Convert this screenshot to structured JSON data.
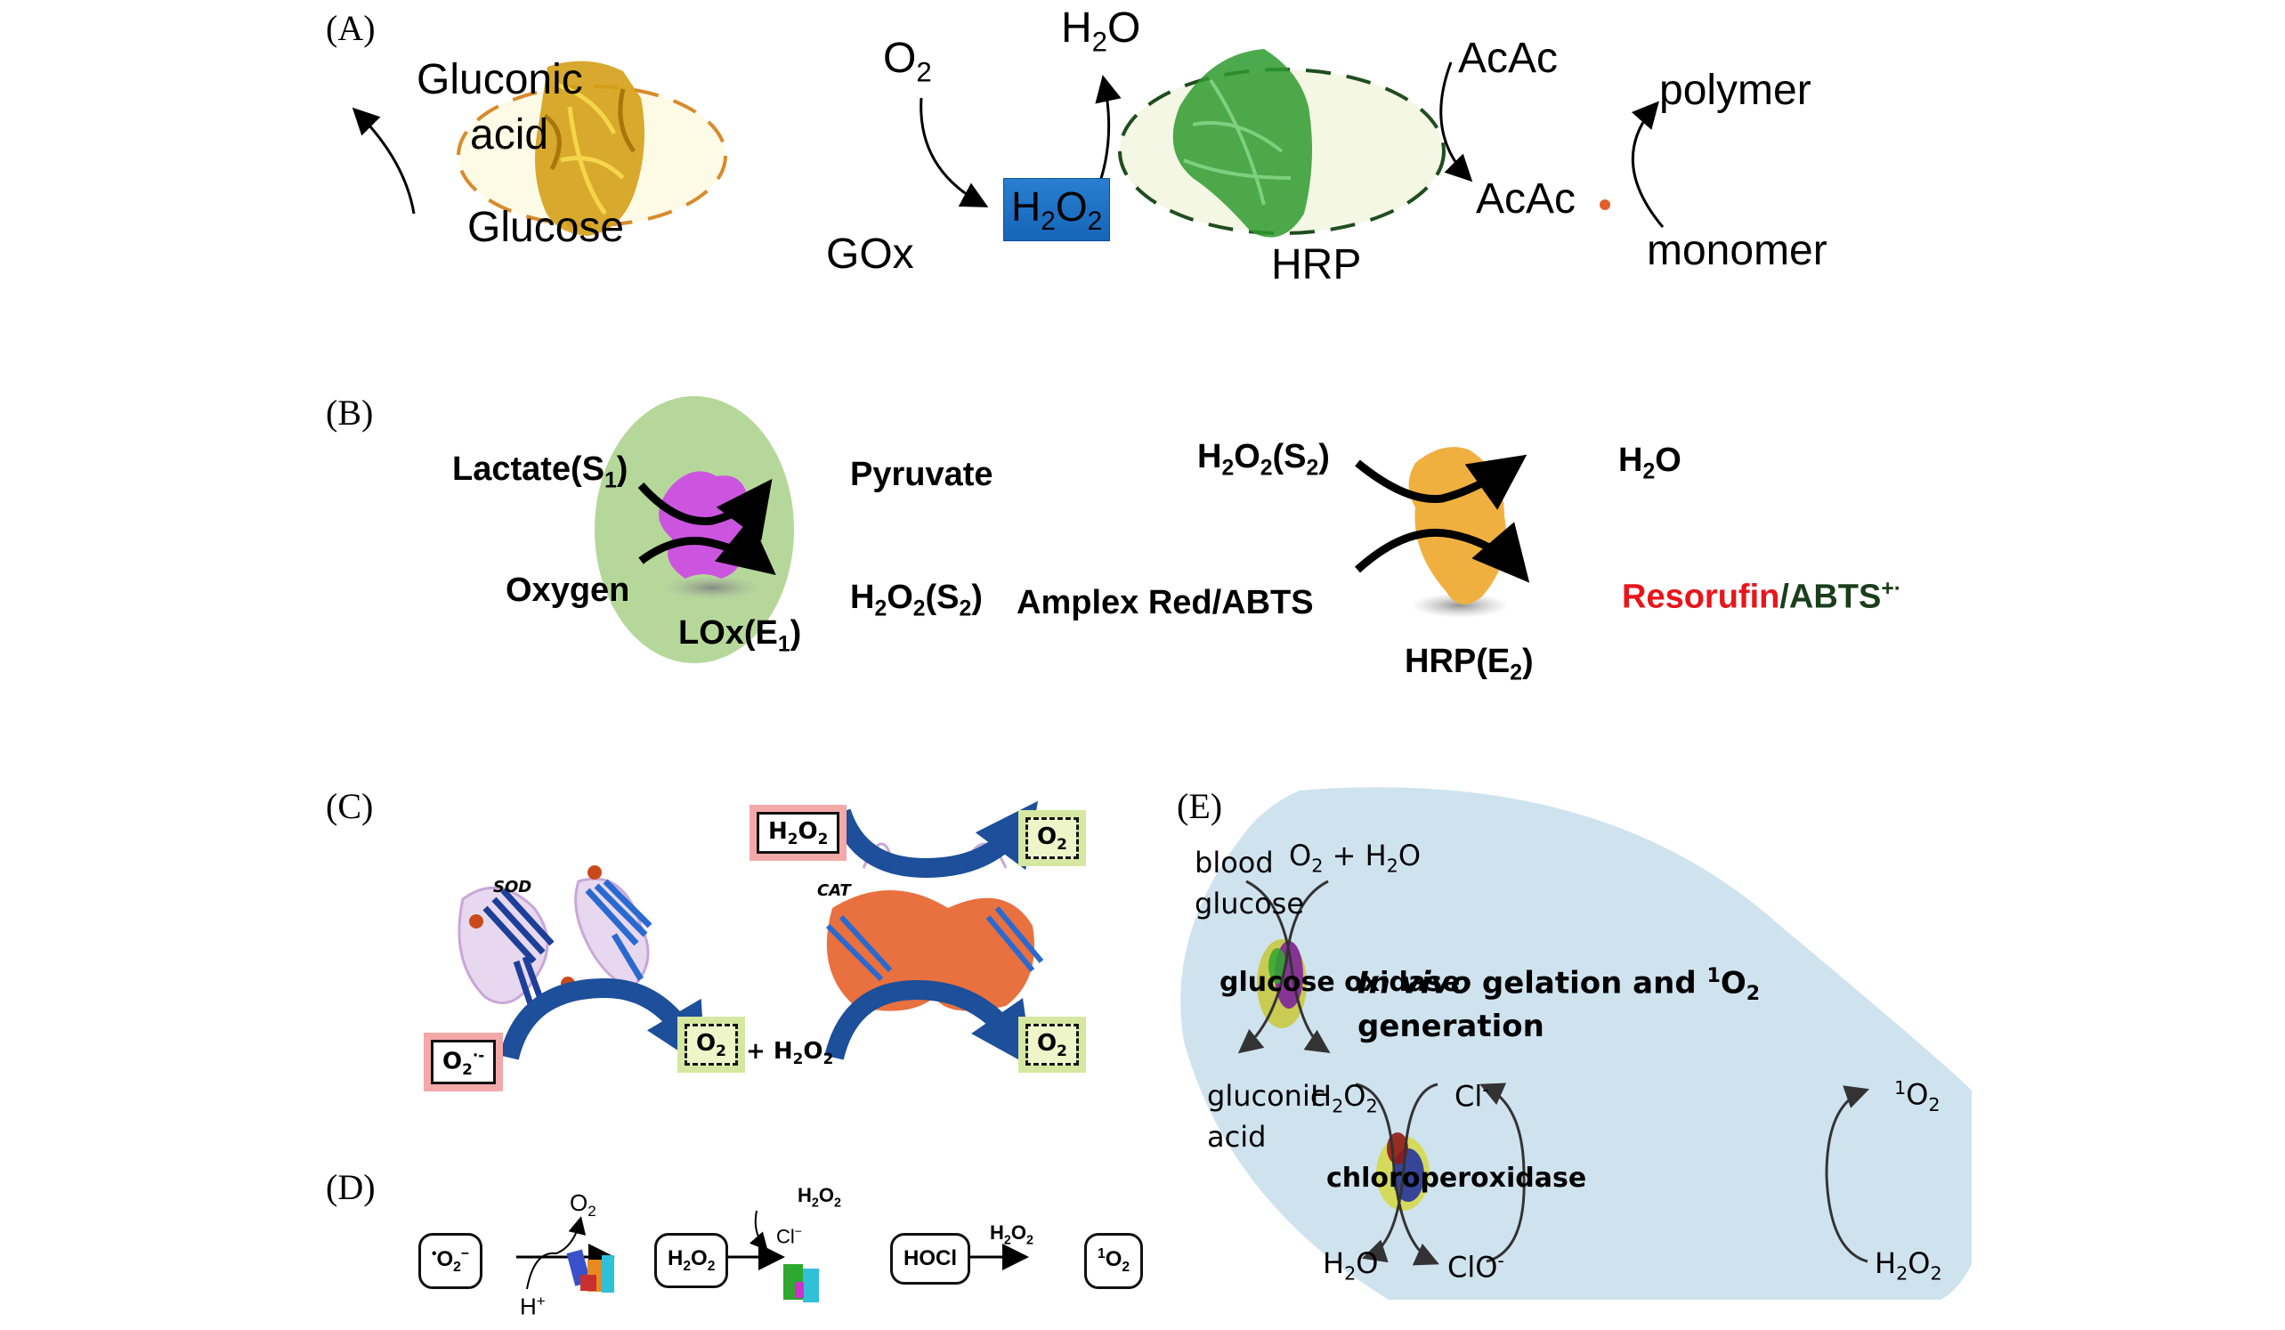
{
  "panels": {
    "A": {
      "label": "(A)",
      "gluconic_acid_line1": "Gluconic",
      "gluconic_acid_line2": "acid",
      "glucose": "Glucose",
      "o2": "O",
      "o2_sub": "2",
      "enzyme1": "GOx",
      "h2o2_box": {
        "h": "H",
        "s1": "2",
        "o": "O",
        "s2": "2"
      },
      "h2o": {
        "h": "H",
        "s": "2",
        "o": "O"
      },
      "enzyme2": "HRP",
      "acac_top": "AcAc",
      "acac_radical": "AcAc",
      "polymer": "polymer",
      "monomer": "monomer",
      "colors": {
        "gox": "#d4a017",
        "gox_ellipse_fill": "#fdfbe6",
        "gox_ellipse_border": "#d98a2b",
        "hrp": "#2e9a2e",
        "hrp_ellipse_fill": "#f4f7e4",
        "hrp_ellipse_border": "#1f4d1f",
        "h2o2_box": "#1e73c8",
        "radical_dot": "#e0602a"
      }
    },
    "B": {
      "label": "(B)",
      "lactate": "Lactate(S",
      "lactate_sub": "1",
      "oxygen": "Oxygen",
      "pyruvate": "Pyruvate",
      "h2o2_s2": {
        "h": "H",
        "s1": "2",
        "o": "O",
        "s2": "2",
        "rest": "(S",
        "s3": "2"
      },
      "enzyme1": {
        "text": "LOx(E",
        "sub": "1"
      },
      "h2o2_in": {
        "h": "H",
        "s1": "2",
        "o": "O",
        "s2": "2",
        "rest": "(S",
        "s3": "2"
      },
      "amplex": "Amplex Red/ABTS",
      "h2o_out": {
        "h": "H",
        "s": "2",
        "o": "O"
      },
      "resorufin": "Resorufin",
      "slash": "/",
      "abts": "ABTS",
      "abts_sup": "+·",
      "enzyme2": {
        "text": "HRP(E",
        "sub": "2"
      },
      "colors": {
        "circle": "#b5d89a",
        "lox": "#cc55e0",
        "hrp": "#f0b040",
        "resorufin": "#e8151b",
        "abts": "#1a3d1a"
      }
    },
    "C": {
      "label": "(C)",
      "sod": "SOD",
      "cat": "CAT",
      "superoxide": {
        "o": "O",
        "s": "2",
        "sup": "·-"
      },
      "o2_left": {
        "o": "O",
        "s": "2"
      },
      "plus_h2o2": {
        "p": "+ H",
        "s1": "2",
        "o": "O",
        "s2": "2"
      },
      "h2o2_top": {
        "h": "H",
        "s1": "2",
        "o": "O",
        "s2": "2"
      },
      "o2_top": {
        "o": "O",
        "s": "2"
      },
      "o2_bottom": {
        "o": "O",
        "s": "2"
      },
      "colors": {
        "arrow": "#1d4f9a",
        "red_glow": "#f4a9a9",
        "green_glow": "#d6e8a0"
      }
    },
    "D": {
      "label": "(D)",
      "steps": [
        {
          "pre": "•",
          "main": "O",
          "sub": "2",
          "sup": "−"
        },
        {
          "main": "H",
          "sub": "2",
          "main2": "O",
          "sub2": "2"
        },
        {
          "main": "HOCl"
        },
        {
          "sup_pre": "1",
          "main": "O",
          "sub": "2"
        }
      ],
      "arrow1_top": {
        "o": "O",
        "s": "2"
      },
      "arrow1_bottom": {
        "h": "H",
        "sup": "+"
      },
      "arrow2_top": {
        "h": "H",
        "s1": "2",
        "o": "O",
        "s2": "2"
      },
      "arrow2_mid": {
        "c": "Cl",
        "sup": "−"
      },
      "arrow3_top": {
        "h": "H",
        "s1": "2",
        "o": "O",
        "s2": "2"
      }
    },
    "E": {
      "label": "(E)",
      "blood_glucose_1": "blood",
      "blood_glucose_2": "glucose",
      "o2_h2o": {
        "o": "O",
        "s": "2",
        "plus": " + H",
        "s2": "2",
        "end": "O"
      },
      "enzyme1": "glucose oxidase",
      "title_italic": "In vivo",
      "title_rest": " gelation and ",
      "title_sup": "1",
      "title_o": "O",
      "title_sub": "2",
      "title_line2": "generation",
      "gluconic_1": "gluconic",
      "gluconic_2": "acid",
      "h2o2_mid": {
        "h": "H",
        "s1": "2",
        "o": "O",
        "s2": "2"
      },
      "cl_minus": {
        "c": "Cl",
        "sup": "-"
      },
      "singlet_o2": {
        "sup": "1",
        "o": "O",
        "s": "2"
      },
      "enzyme2": "chloroperoxidase",
      "h2o": {
        "h": "H",
        "s": "2",
        "o": "O"
      },
      "clo_minus": {
        "c": "ClO",
        "sup": "-"
      },
      "h2o2_right": {
        "h": "H",
        "s1": "2",
        "o": "O",
        "s2": "2"
      },
      "colors": {
        "background": "#cfe3ef",
        "arrow": "#333333"
      }
    }
  }
}
